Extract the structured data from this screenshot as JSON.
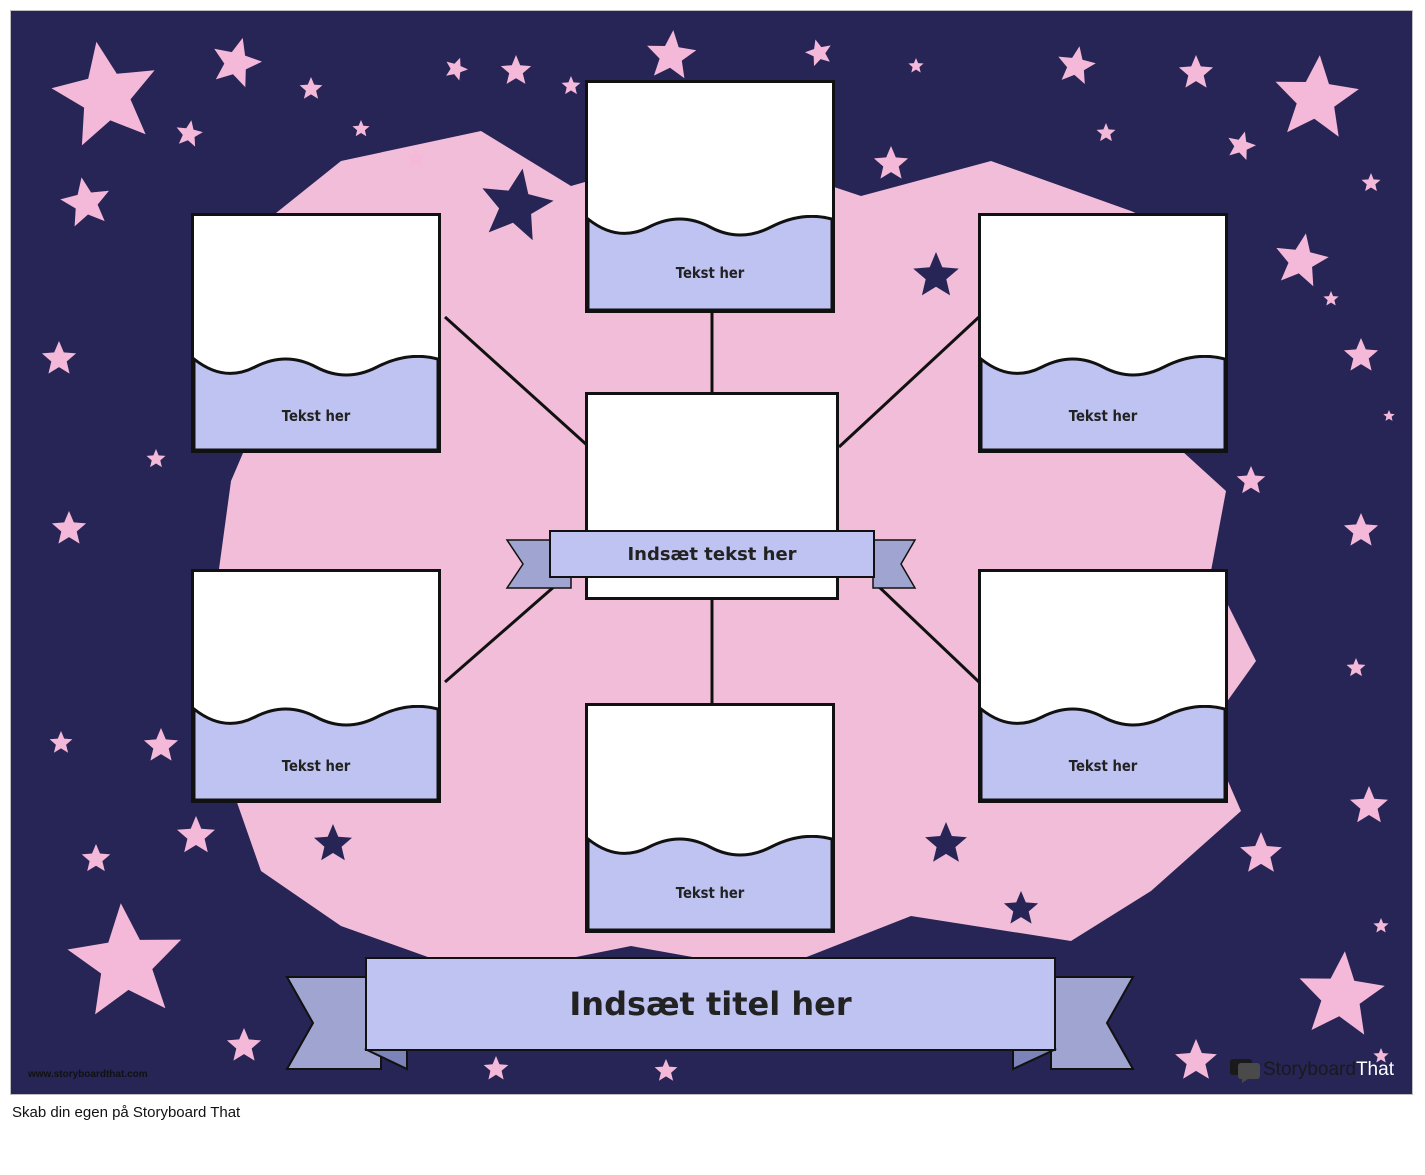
{
  "poster": {
    "colors": {
      "background": "#272456",
      "blob": "#f2bdd9",
      "star": "#f4b8d9",
      "caption_fill": "#bfc3f2",
      "ribbon_tail": "#9fa5d0"
    },
    "title": "Indsæt titel her",
    "center_label": "Indsæt tekst her",
    "cards": [
      {
        "id": "top",
        "caption": "Tekst her"
      },
      {
        "id": "upper-left",
        "caption": "Tekst her"
      },
      {
        "id": "upper-right",
        "caption": "Tekst her"
      },
      {
        "id": "lower-left",
        "caption": "Tekst her"
      },
      {
        "id": "lower-right",
        "caption": "Tekst her"
      },
      {
        "id": "bottom",
        "caption": "Tekst her"
      }
    ],
    "url": "www.storyboardthat.com",
    "brand": {
      "part1": "Storyboard",
      "part2": "That",
      "icon": "speech-bubble-icon"
    }
  },
  "footer": {
    "text": "Skab din egen på Storyboard That"
  }
}
